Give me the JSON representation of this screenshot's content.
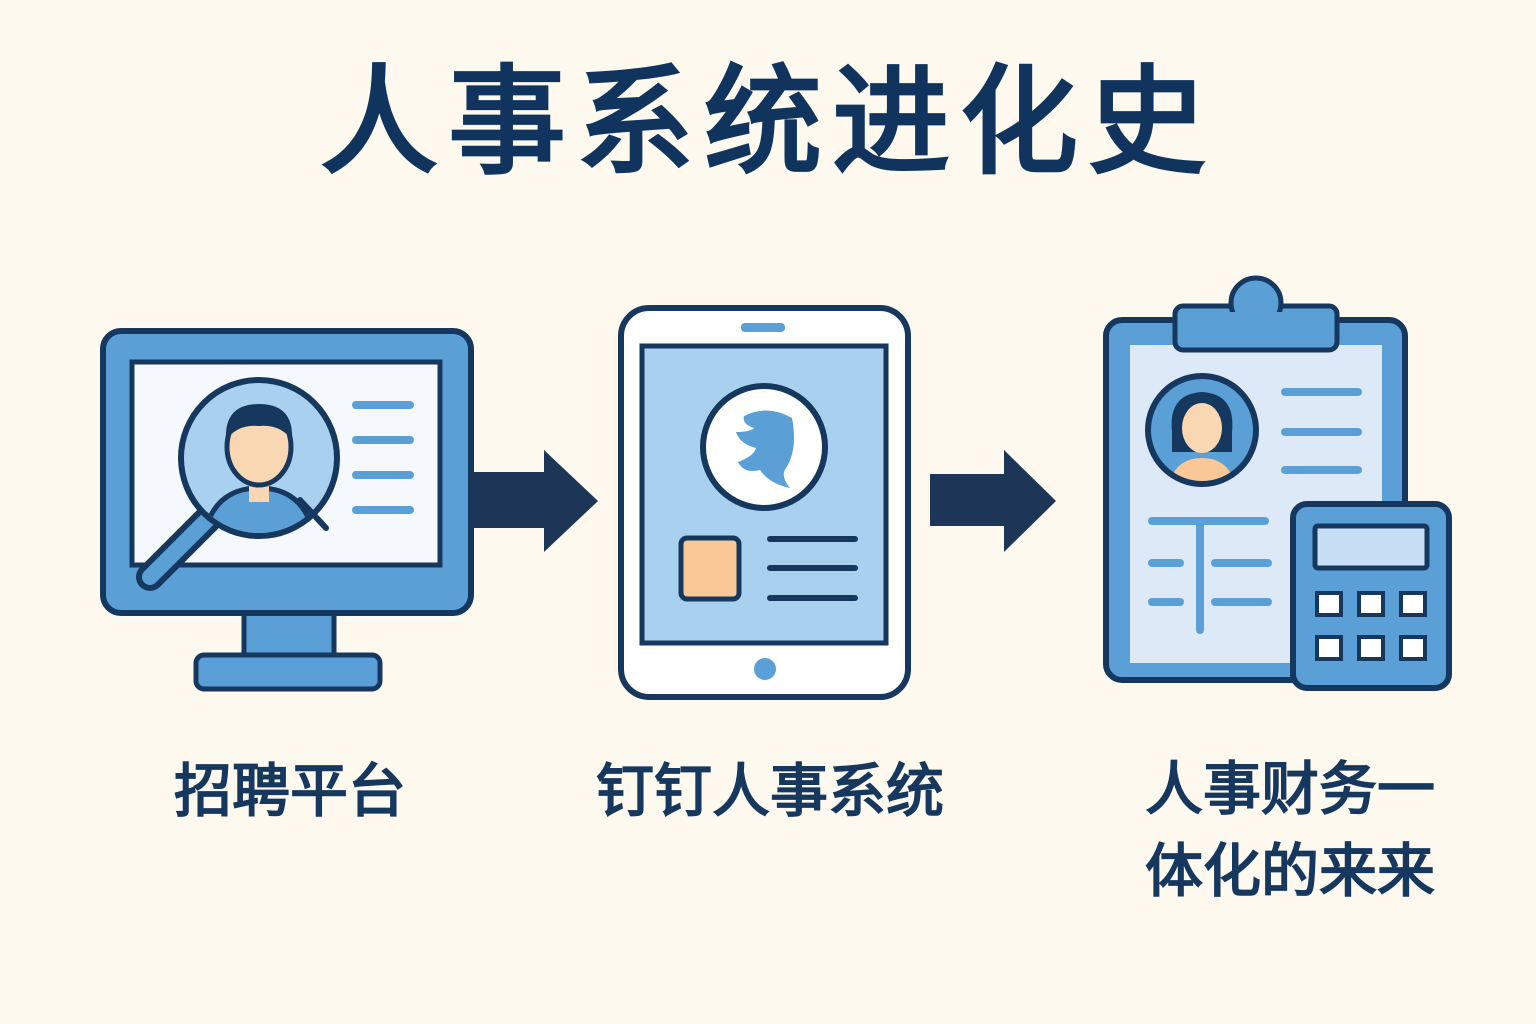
{
  "title": "人事系统进化史",
  "stages": [
    {
      "label": "招聘平台",
      "icon": "monitor-profile-search-icon"
    },
    {
      "label": "钉钉人事系统",
      "icon": "tablet-dingtalk-icon"
    },
    {
      "label_lines": [
        "人事财务一",
        "体化的来来"
      ],
      "icon": "clipboard-calculator-icon"
    }
  ],
  "colors": {
    "background": "#fdf9ee",
    "navy": "#16375e",
    "blue": "#5aa0d6",
    "light_blue": "#a9d0ef",
    "skin": "#f9d7b3",
    "orange": "#f9c896"
  }
}
